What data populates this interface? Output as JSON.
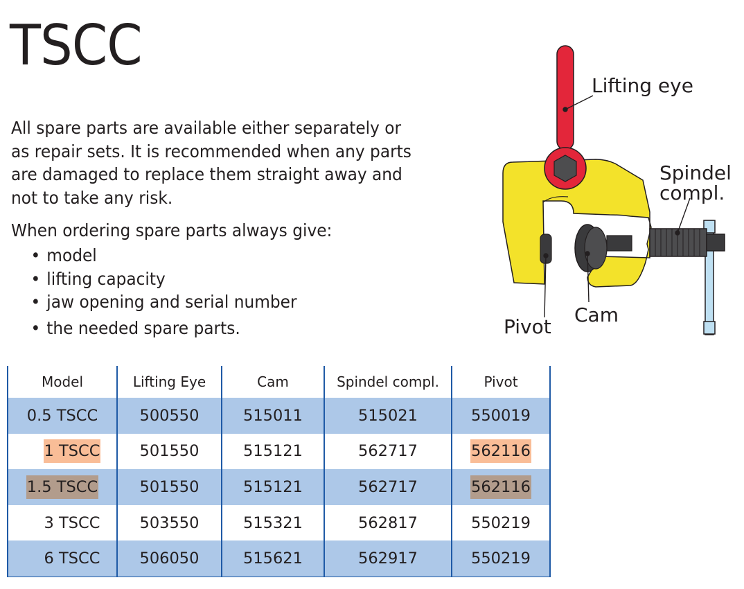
{
  "title": "TSCC",
  "intro": "All spare parts are available either separately or as repair sets. It is recommended when any parts are damaged to replace them straight away and not to take any risk.",
  "order_heading": "When ordering spare parts always give:",
  "bullets": [
    "model",
    "lifting capacity",
    "jaw opening and serial number",
    "the needed spare parts."
  ],
  "diagram_labels": {
    "lifting_eye": "Lifting eye",
    "spindel_line1": "Spindel",
    "spindel_line2": "compl.",
    "cam": "Cam",
    "pivot": "Pivot"
  },
  "colors": {
    "table_shade": "#adc8e8",
    "table_border": "#1f5aa6",
    "highlight_orange": "#f9bd97",
    "highlight_brown": "#b29c8c",
    "clamp_yellow": "#f3e22a",
    "lifting_eye_red": "#e3263a",
    "spindle_blue": "#bfe0f2"
  },
  "table": {
    "headers": [
      "Model",
      "Lifting Eye",
      "Cam",
      "Spindel compl.",
      "Pivot"
    ],
    "rows": [
      [
        "0.5 TSCC",
        "500550",
        "515011",
        "515021",
        "550019"
      ],
      [
        "1 TSCC",
        "501550",
        "515121",
        "562717",
        "562116"
      ],
      [
        "1.5 TSCC",
        "501550",
        "515121",
        "562717",
        "562116"
      ],
      [
        "3 TSCC",
        "503550",
        "515321",
        "562817",
        "550219"
      ],
      [
        "6 TSCC",
        "506050",
        "515621",
        "562917",
        "550219"
      ]
    ]
  }
}
